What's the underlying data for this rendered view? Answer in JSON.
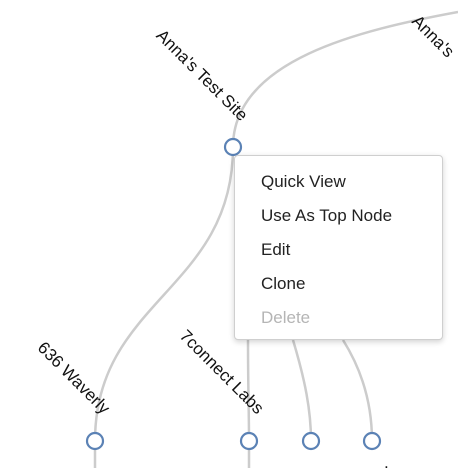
{
  "tree": {
    "nodes": [
      {
        "id": "annas-test-site",
        "label": "Anna's Test Site"
      },
      {
        "id": "annas-top",
        "label": "Anna's"
      },
      {
        "id": "636-waverly",
        "label": "636 Waverly"
      },
      {
        "id": "7connect-labs",
        "label": "7connect Labs"
      },
      {
        "id": "child-3",
        "label": ""
      },
      {
        "id": "child-4",
        "label": ""
      }
    ]
  },
  "context_menu": {
    "items": [
      {
        "label": "Quick View",
        "disabled": false
      },
      {
        "label": "Use As Top Node",
        "disabled": false
      },
      {
        "label": "Edit",
        "disabled": false
      },
      {
        "label": "Clone",
        "disabled": false
      },
      {
        "label": "Delete",
        "disabled": true
      }
    ]
  },
  "colors": {
    "link": "#cccccc",
    "node_stroke": "#5b82b5",
    "node_fill": "#ffffff",
    "menu_disabled": "#b5b5b5"
  }
}
